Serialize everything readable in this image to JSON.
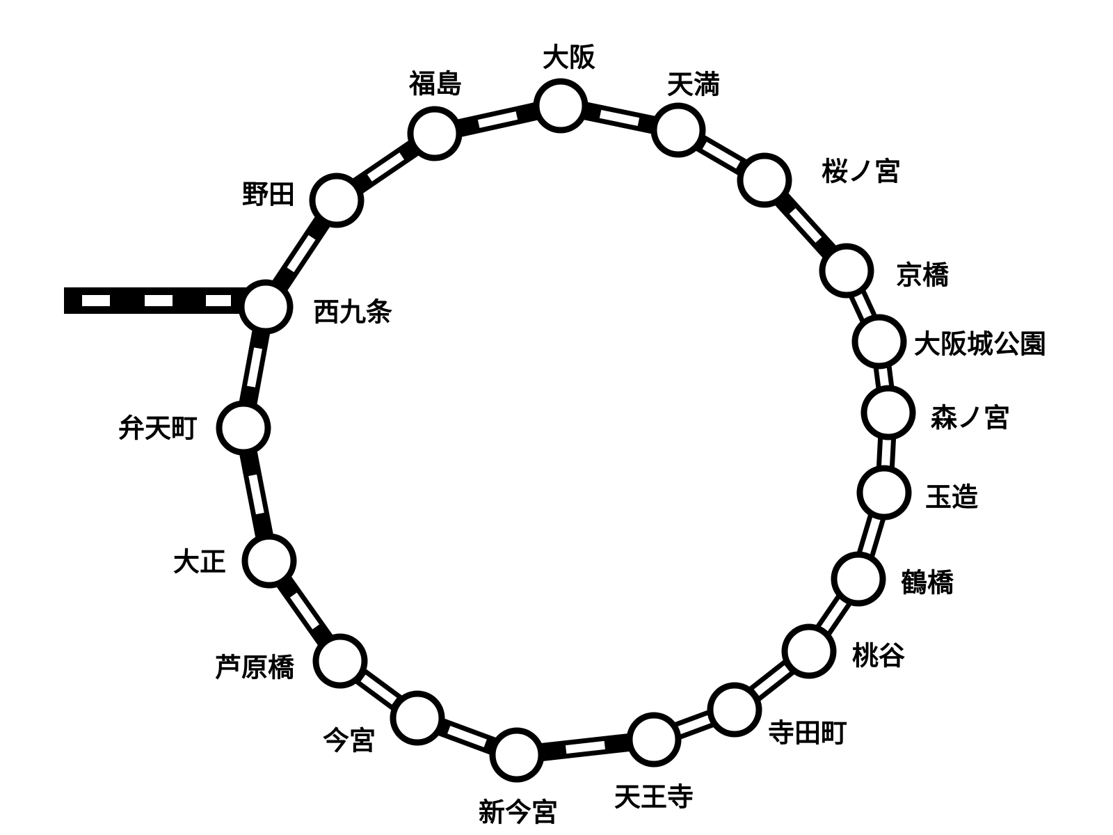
{
  "map": {
    "line_color": "#000000",
    "background_color": "#ffffff",
    "line_style": "black-and-white dashed rail",
    "stations": [
      {
        "id": "osaka",
        "name": "大阪"
      },
      {
        "id": "temma",
        "name": "天満"
      },
      {
        "id": "sakuranomiya",
        "name": "桜ノ宮"
      },
      {
        "id": "kyobashi",
        "name": "京橋"
      },
      {
        "id": "osakajokoen",
        "name": "大阪城公園"
      },
      {
        "id": "morinomiya",
        "name": "森ノ宮"
      },
      {
        "id": "tamatsukuri",
        "name": "玉造"
      },
      {
        "id": "tsuruhashi",
        "name": "鶴橋"
      },
      {
        "id": "momodani",
        "name": "桃谷"
      },
      {
        "id": "teradacho",
        "name": "寺田町"
      },
      {
        "id": "tennoji",
        "name": "天王寺"
      },
      {
        "id": "shinimamiya",
        "name": "新今宮"
      },
      {
        "id": "imamiya",
        "name": "今宮"
      },
      {
        "id": "ashiharabashi",
        "name": "芦原橋"
      },
      {
        "id": "taisho",
        "name": "大正"
      },
      {
        "id": "bentencho",
        "name": "弁天町"
      },
      {
        "id": "nishikujo",
        "name": "西九条"
      },
      {
        "id": "noda",
        "name": "野田"
      },
      {
        "id": "fukushima",
        "name": "福島"
      }
    ]
  }
}
